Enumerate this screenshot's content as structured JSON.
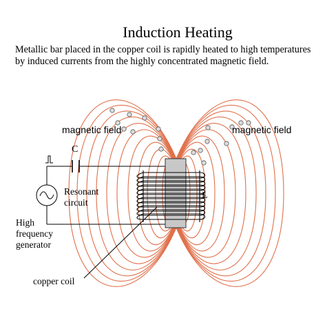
{
  "title": "Induction Heating",
  "description": {
    "line1": "Metallic bar placed in the copper coil is rapidly heated to high temperatures",
    "line2": "by induced currents from the highly concentrated magnetic field."
  },
  "labels": {
    "magnetic_field_left": "magnetic field",
    "magnetic_field_right": "magnetic field",
    "capacitor": "C",
    "resonant_line1": "Resonant",
    "resonant_line2": "circuit",
    "inductor": "L",
    "generator_line1": "High",
    "generator_line2": "frequency",
    "generator_line3": "generator",
    "copper_coil": "copper coil"
  },
  "colors": {
    "field_lines": "#e0704a",
    "wire": "#000000",
    "bar_fill": "#c8c8c8",
    "particle_fill": "#dcdcdc"
  }
}
